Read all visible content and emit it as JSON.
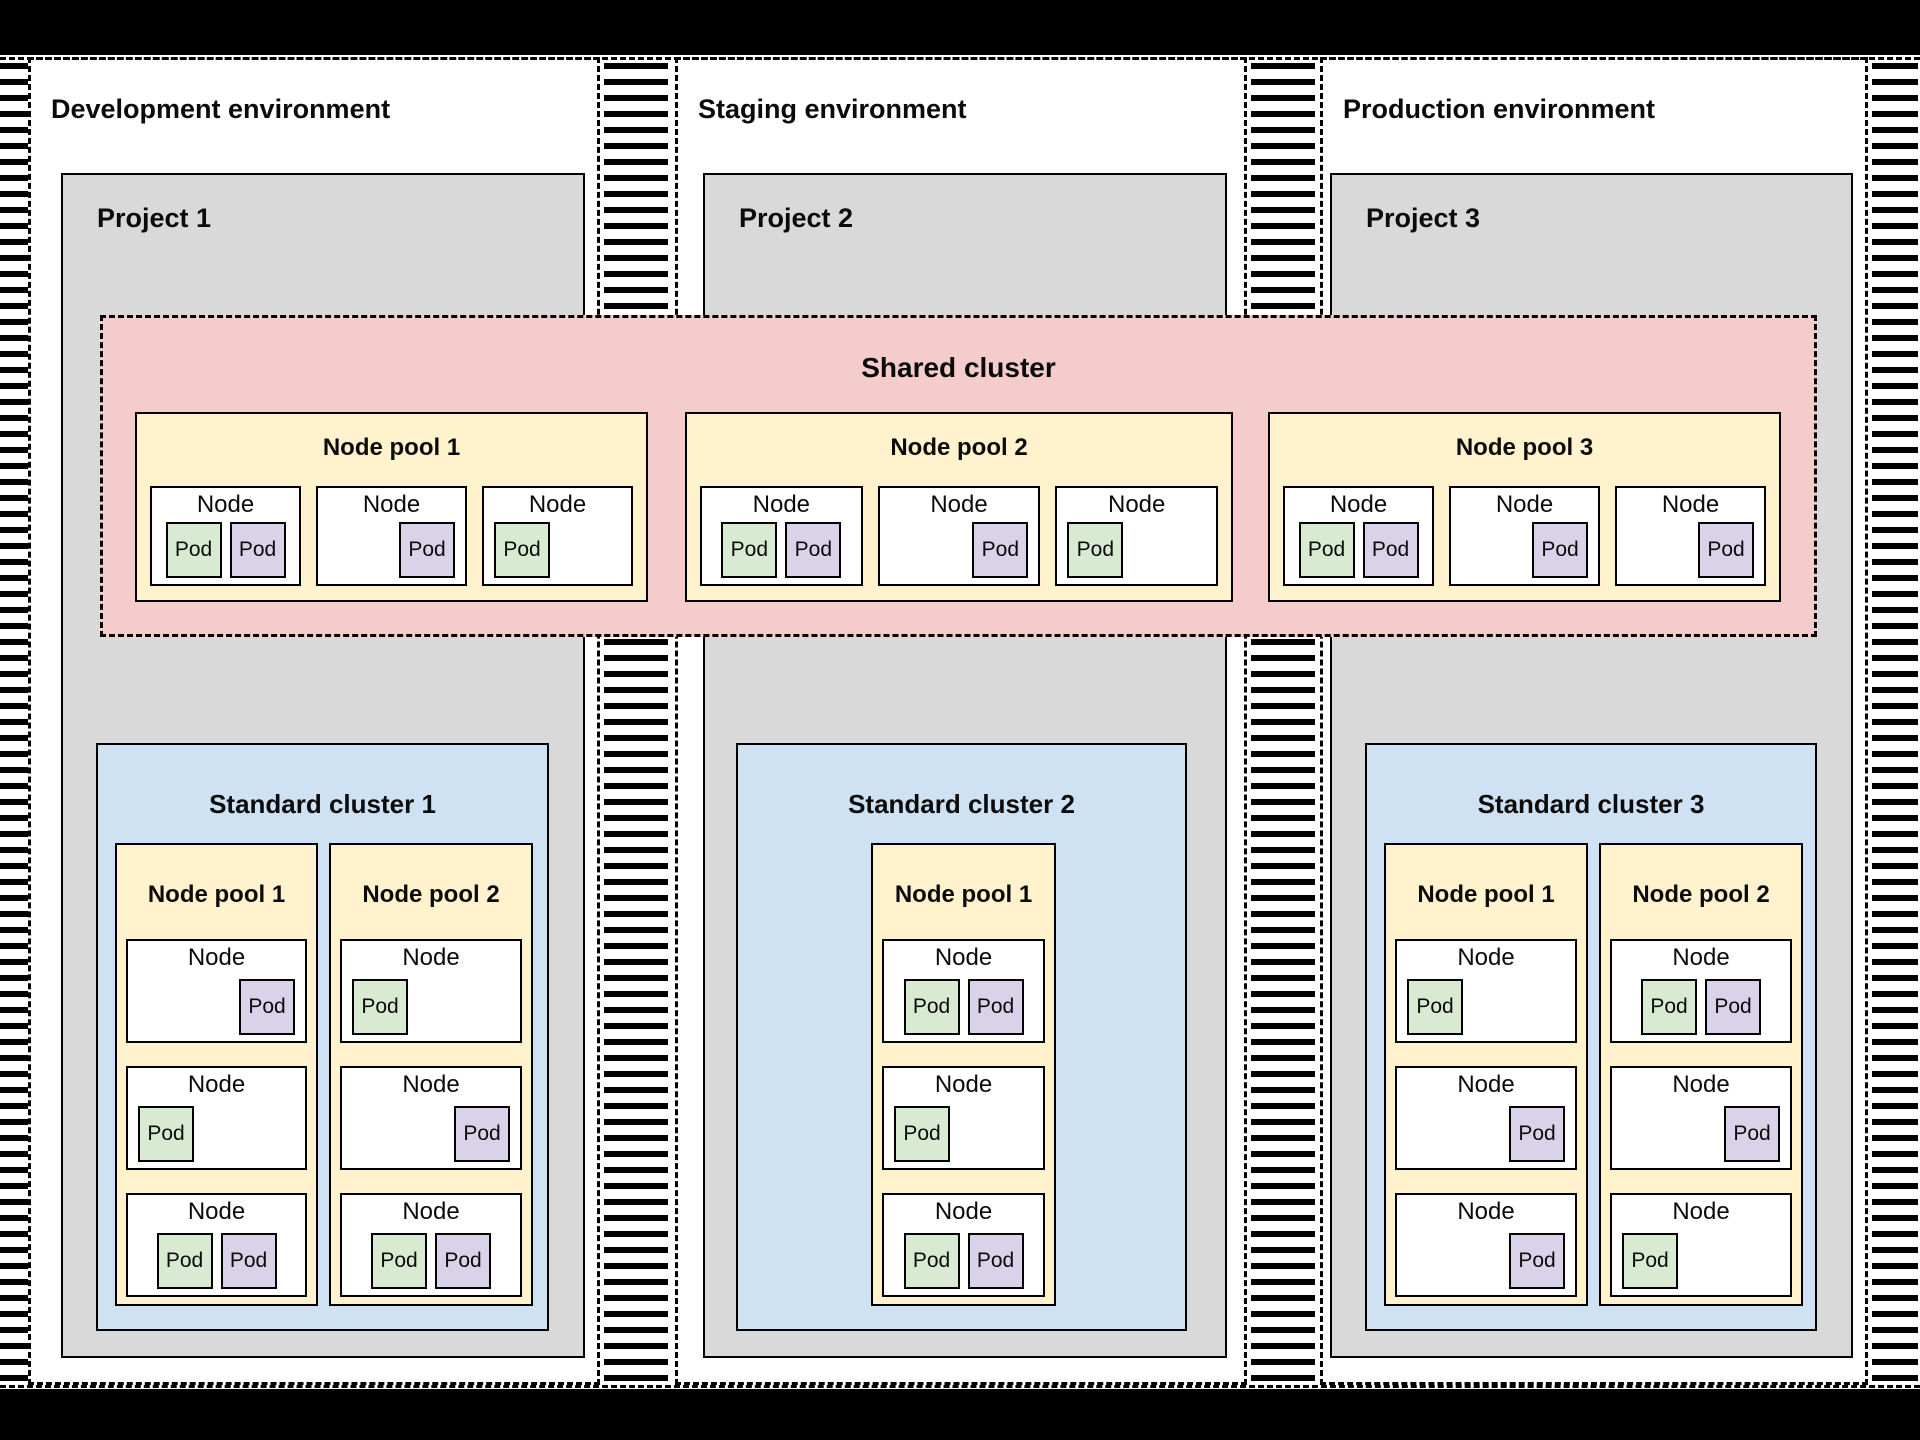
{
  "labels": {
    "node": "Node",
    "pod": "Pod"
  },
  "colors": {
    "frame": "#000000",
    "background": "#ffffff",
    "project_bg": "#D9D9D9",
    "shared_cluster_bg": "#F4CCCC",
    "standard_cluster_bg": "#CFE2F3",
    "node_pool_bg": "#FFF2CC",
    "node_bg": "#FFFFFF",
    "pod_green": "#D9EAD3",
    "pod_purple": "#D9D2E9"
  },
  "shared_cluster": {
    "title": "Shared cluster",
    "pools": [
      {
        "title": "Node pool 1",
        "nodes": [
          {
            "pods": [
              "green",
              "purple"
            ],
            "align": "center"
          },
          {
            "pods": [
              "purple"
            ],
            "align": "right"
          },
          {
            "pods": [
              "green"
            ],
            "align": "left"
          }
        ]
      },
      {
        "title": "Node pool 2",
        "nodes": [
          {
            "pods": [
              "green",
              "purple"
            ],
            "align": "center"
          },
          {
            "pods": [
              "purple"
            ],
            "align": "right"
          },
          {
            "pods": [
              "green"
            ],
            "align": "left"
          }
        ]
      },
      {
        "title": "Node pool 3",
        "nodes": [
          {
            "pods": [
              "green",
              "purple"
            ],
            "align": "center"
          },
          {
            "pods": [
              "purple"
            ],
            "align": "right"
          },
          {
            "pods": [
              "purple"
            ],
            "align": "right"
          }
        ]
      }
    ]
  },
  "environments": [
    {
      "title": "Development environment",
      "project_title": "Project 1",
      "standard_cluster": {
        "title": "Standard cluster 1",
        "pools": [
          {
            "title": "Node pool 1",
            "nodes": [
              {
                "pods": [
                  "purple"
                ],
                "align": "right"
              },
              {
                "pods": [
                  "green"
                ],
                "align": "left"
              },
              {
                "pods": [
                  "green",
                  "purple"
                ],
                "align": "center"
              }
            ]
          },
          {
            "title": "Node pool 2",
            "nodes": [
              {
                "pods": [
                  "green"
                ],
                "align": "left"
              },
              {
                "pods": [
                  "purple"
                ],
                "align": "right"
              },
              {
                "pods": [
                  "green",
                  "purple"
                ],
                "align": "center"
              }
            ]
          }
        ]
      }
    },
    {
      "title": "Staging environment",
      "project_title": "Project 2",
      "standard_cluster": {
        "title": "Standard cluster 2",
        "pools": [
          {
            "title": "Node pool 1",
            "nodes": [
              {
                "pods": [
                  "green",
                  "purple"
                ],
                "align": "center"
              },
              {
                "pods": [
                  "green"
                ],
                "align": "left"
              },
              {
                "pods": [
                  "green",
                  "purple"
                ],
                "align": "center"
              }
            ]
          }
        ]
      }
    },
    {
      "title": "Production environment",
      "project_title": "Project 3",
      "standard_cluster": {
        "title": "Standard cluster 3",
        "pools": [
          {
            "title": "Node pool 1",
            "nodes": [
              {
                "pods": [
                  "green"
                ],
                "align": "left"
              },
              {
                "pods": [
                  "purple"
                ],
                "align": "right"
              },
              {
                "pods": [
                  "purple"
                ],
                "align": "right"
              }
            ]
          },
          {
            "title": "Node pool 2",
            "nodes": [
              {
                "pods": [
                  "green",
                  "purple"
                ],
                "align": "center"
              },
              {
                "pods": [
                  "purple"
                ],
                "align": "right"
              },
              {
                "pods": [
                  "green"
                ],
                "align": "left"
              }
            ]
          }
        ]
      }
    }
  ]
}
